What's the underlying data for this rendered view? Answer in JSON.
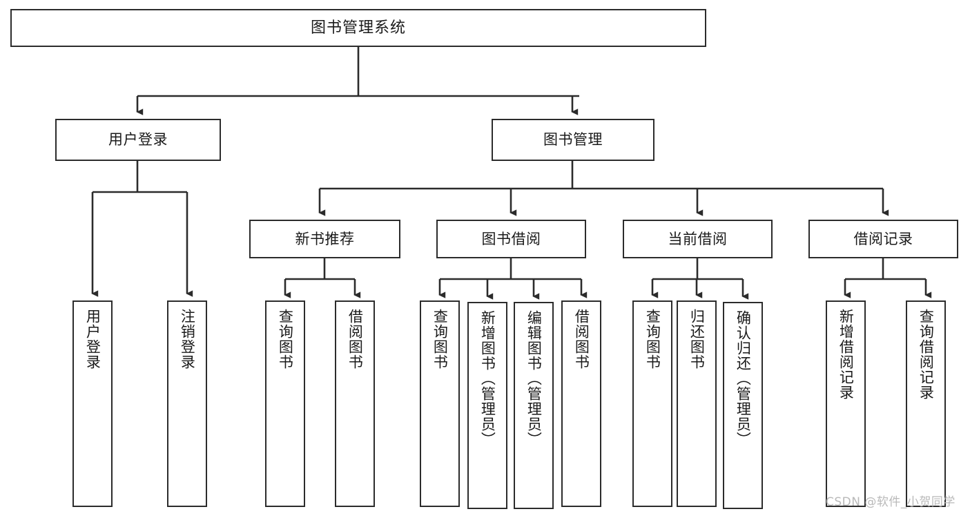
{
  "diagram": {
    "title": "图书管理系统",
    "type": "tree",
    "background": "#ffffff",
    "border_color": "#2b2b2b",
    "text_color": "#1a1a1a"
  },
  "nodes": {
    "root": {
      "label": "图书管理系统"
    },
    "level1": [
      {
        "id": "user-login",
        "label": "用户登录"
      },
      {
        "id": "book-manage",
        "label": "图书管理"
      }
    ],
    "level2": [
      {
        "id": "new-book-recommend",
        "label": "新书推荐"
      },
      {
        "id": "book-borrow",
        "label": "图书借阅"
      },
      {
        "id": "current-borrow",
        "label": "当前借阅"
      },
      {
        "id": "borrow-record",
        "label": "借阅记录"
      }
    ],
    "leaves": {
      "user_login": [
        {
          "id": "leaf-user-login",
          "label": "用户登录"
        },
        {
          "id": "leaf-user-logout",
          "label": "注销登录"
        }
      ],
      "new_book_recommend": [
        {
          "id": "leaf-query-book-1",
          "label": "查询图书"
        },
        {
          "id": "leaf-borrow-book-1",
          "label": "借阅图书"
        }
      ],
      "book_borrow": [
        {
          "id": "leaf-query-book-2",
          "label": "查询图书"
        },
        {
          "id": "leaf-add-book",
          "label": "新增图书（管理员）"
        },
        {
          "id": "leaf-edit-book",
          "label": "编辑图书（管理员）"
        },
        {
          "id": "leaf-borrow-book-2",
          "label": "借阅图书"
        }
      ],
      "current_borrow": [
        {
          "id": "leaf-query-book-3",
          "label": "查询图书"
        },
        {
          "id": "leaf-return-book",
          "label": "归还图书"
        },
        {
          "id": "leaf-confirm-return",
          "label": "确认归还（管理员）"
        }
      ],
      "borrow_record": [
        {
          "id": "leaf-add-record",
          "label": "新增借阅记录"
        },
        {
          "id": "leaf-query-record",
          "label": "查询借阅记录"
        }
      ]
    }
  },
  "watermark": {
    "text": "CSDN @软件_小贺同学"
  }
}
